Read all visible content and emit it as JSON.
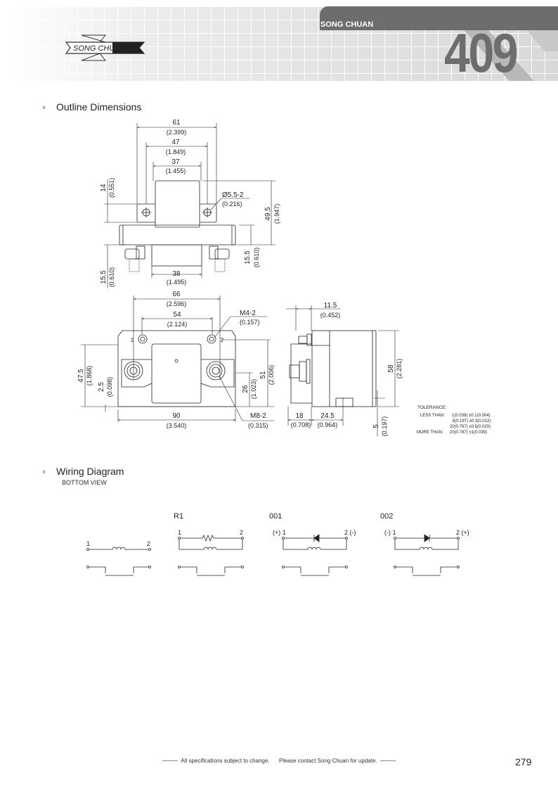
{
  "header": {
    "brand": "SONG CHUAN",
    "series": "409",
    "logo_text": "SONG CHUAN"
  },
  "outline": {
    "title": "Outline Dimensions",
    "top_view": {
      "w61": "61",
      "w61_in": "(2.399)",
      "w47": "47",
      "w47_in": "(1.849)",
      "w37": "37",
      "w37_in": "(1.455)",
      "h14": "14",
      "h14_in": "(0.551)",
      "hole": "Ø5.5-2",
      "hole_in": "(0.216)",
      "h49_5": "49.5",
      "h49_5_in": "(1.947)",
      "h15_5r": "15.5",
      "h15_5r_in": "(0.610)",
      "w38": "38",
      "w38_in": "(1.495)",
      "h15_5l": "15.5",
      "h15_5l_in": "(0.610)"
    },
    "front_view": {
      "w66": "66",
      "w66_in": "(2.596)",
      "w54": "54",
      "w54_in": "(2.124)",
      "m4": "M4-2",
      "m4_in": "(0.157)",
      "h47_5": "47.5",
      "h47_5_in": "(1.868)",
      "h2_5": "2.5",
      "h2_5_in": "(0.098)",
      "w90": "90",
      "w90_in": "(3.540)",
      "m8": "M8-2",
      "m8_in": "(0.315)",
      "h26": "26",
      "h26_in": "(1.023)",
      "h51": "51",
      "h51_in": "(2.006)",
      "pin1": "1",
      "pin2": "2"
    },
    "side_view": {
      "w11_5": "11.5",
      "w11_5_in": "(0.452)",
      "h58": "58",
      "h58_in": "(2.281)",
      "w18": "18",
      "w18_in": "(0.708)",
      "w24_5": "24.5",
      "w24_5_in": "(0.964)",
      "h5": "5",
      "h5_in": "(0.197)"
    },
    "tolerance": {
      "title": "TOLERANCE:",
      "rows": [
        {
          "label": "LESS THAN:",
          "value": "1(0.039) ±0.1(0.004)"
        },
        {
          "label": "",
          "value": "5(0.197) ±0.3(0.012)"
        },
        {
          "label": "",
          "value": "20(0.787) ±0.5(0.020)"
        },
        {
          "label": "MORE THAN:",
          "value": "20(0.787) ±1(0.039)"
        }
      ]
    }
  },
  "wiring": {
    "title": "Wiring Diagram",
    "subtitle": "BOTTOM VIEW",
    "diagrams": [
      {
        "label": "",
        "pin1": "1",
        "pin2": "2"
      },
      {
        "label": "R1",
        "pin1": "1",
        "pin2": "2"
      },
      {
        "label": "001",
        "pin1": "(+) 1",
        "pin2": "2 (-)"
      },
      {
        "label": "002",
        "pin1": "(-) 1",
        "pin2": "2 (+)"
      }
    ]
  },
  "footer": {
    "note1": "All specifications subject to change.",
    "note2": "Please contact Song Chuan for update.",
    "page": "279"
  }
}
